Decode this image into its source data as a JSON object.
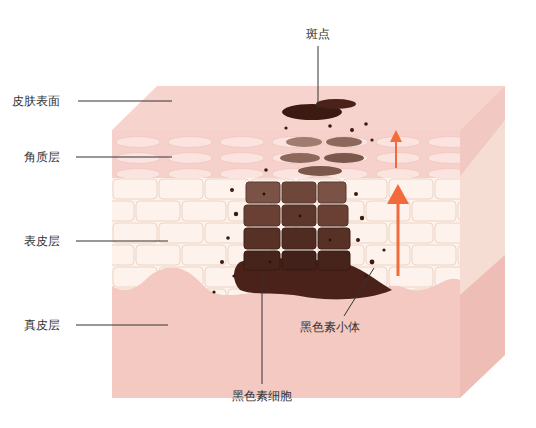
{
  "diagram": {
    "labels": [
      "斑点",
      "皮肤表面",
      "角质层",
      "表皮层",
      "黑色素小体",
      "真皮层",
      "黑色素细胞"
    ]
  }
}
